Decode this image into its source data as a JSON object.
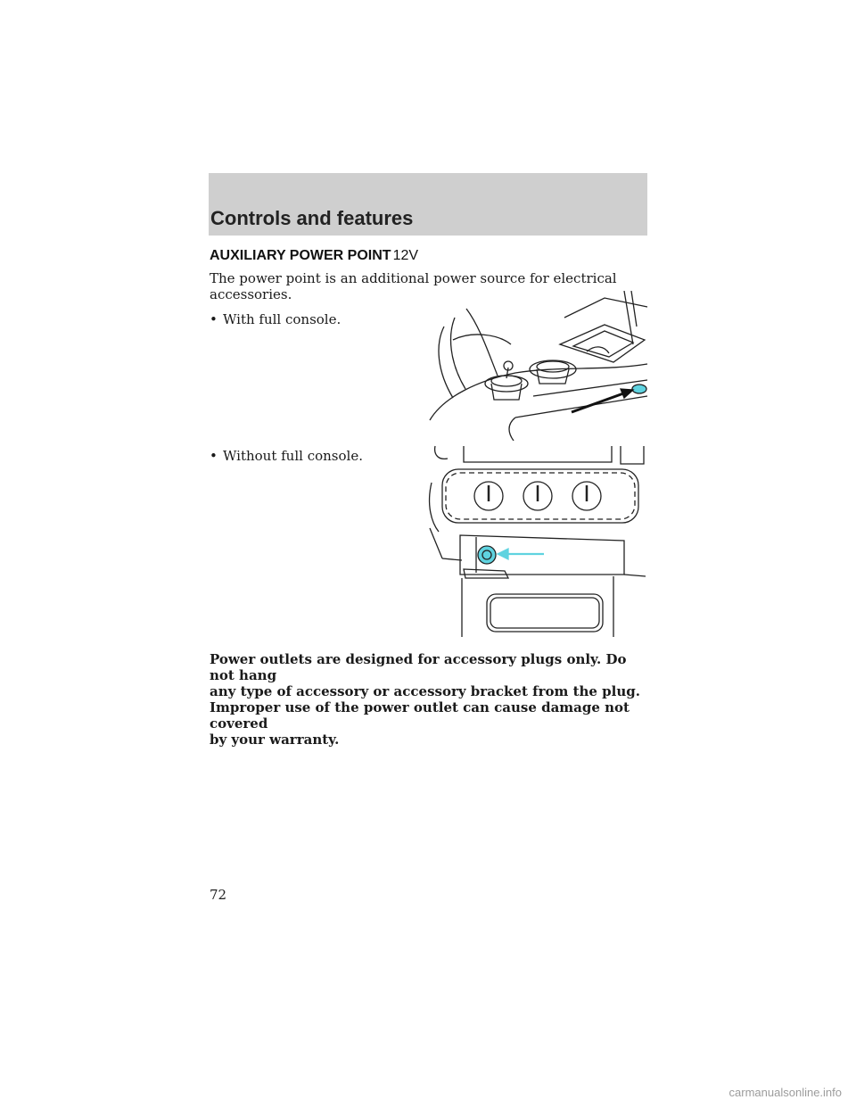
{
  "header": {
    "title": "Controls and features"
  },
  "section": {
    "heading": "AUXILIARY POWER POINT",
    "heading_suffix": "12V"
  },
  "intro": "The power point is an additional power source for electrical accessories.",
  "bullets": [
    {
      "marker": "•",
      "text": "With full console."
    },
    {
      "marker": "•",
      "text": "Without full console."
    }
  ],
  "warning": [
    "Power outlets are designed for accessory plugs only. Do not hang",
    "any type of accessory or accessory bracket from the plug.",
    "Improper use of the power outlet can cause damage not covered",
    "by your warranty."
  ],
  "page_number": "72",
  "watermark": "carmanualsonline.info",
  "colors": {
    "header_band": "#cfcfcf",
    "highlight": "#5fd3e0",
    "text": "#1a1a1a"
  }
}
